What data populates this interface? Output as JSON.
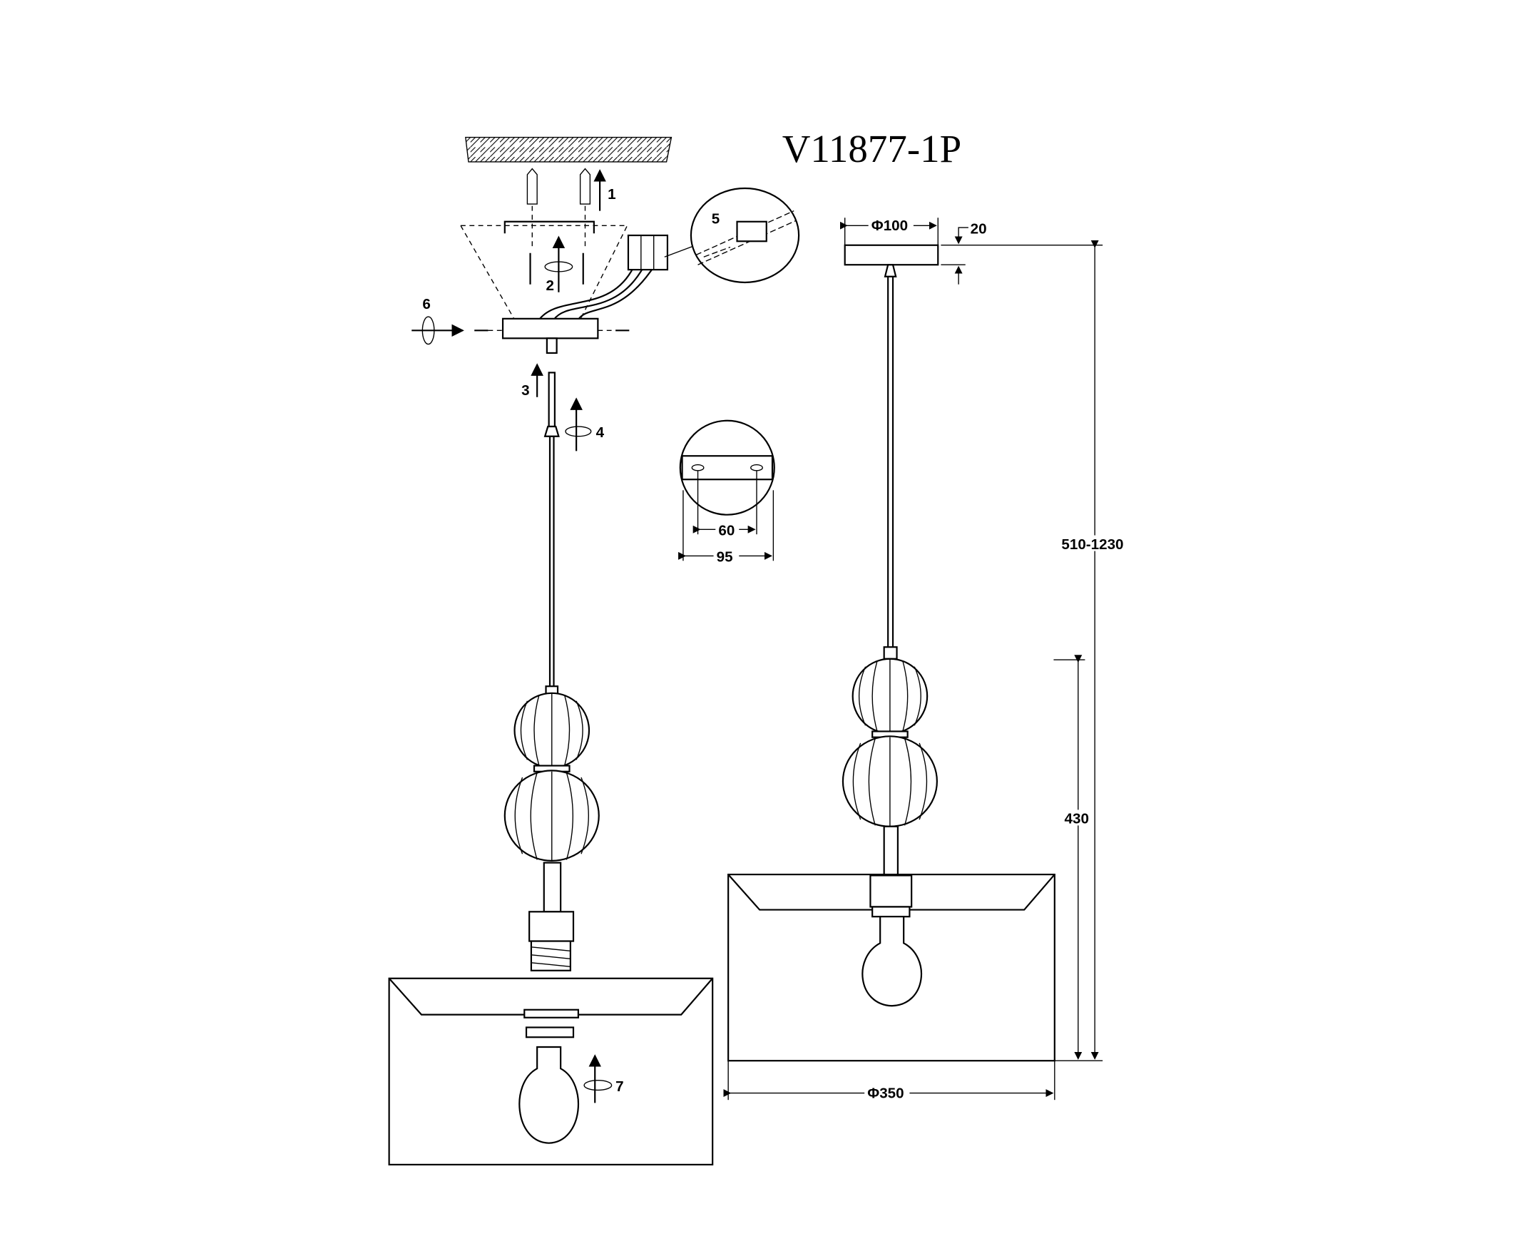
{
  "title": "V11877-1P",
  "steps": [
    "1",
    "2",
    "3",
    "4",
    "5",
    "6",
    "7"
  ],
  "dimensions": {
    "canopy_diameter": "Φ100",
    "canopy_height": "20",
    "total_height": "510-1230",
    "body_height": "430",
    "shade_diameter": "Φ350",
    "bracket_hole_spacing": "60",
    "bracket_diameter": "95"
  }
}
